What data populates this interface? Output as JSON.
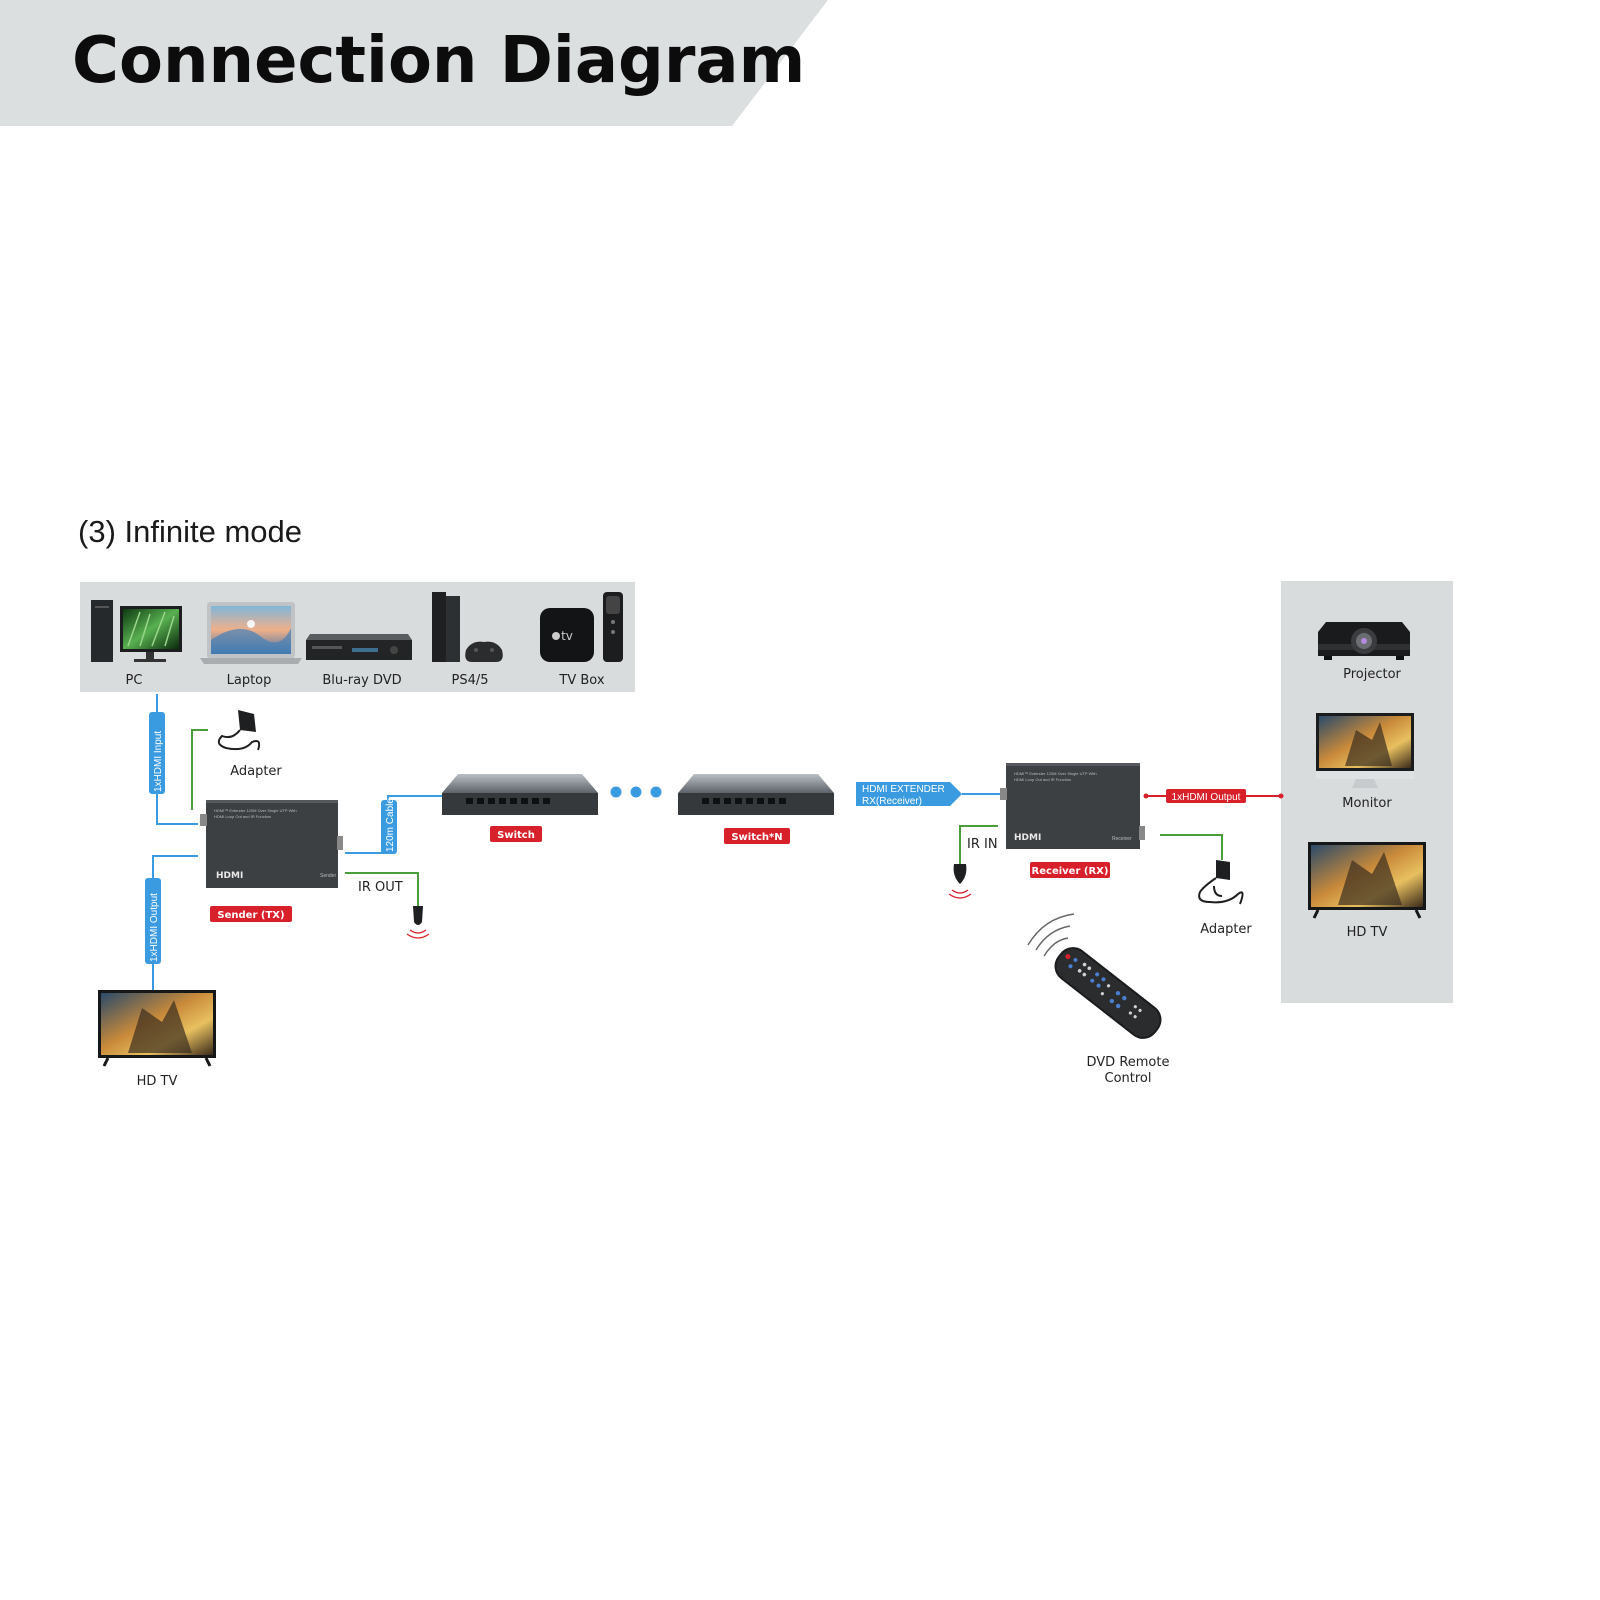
{
  "header": {
    "title": "Connection Diagram"
  },
  "mode_title": "(3) Infinite mode",
  "sources": [
    {
      "label": "PC"
    },
    {
      "label": "Laptop"
    },
    {
      "label": "Blu-ray DVD"
    },
    {
      "label": "PS4/5"
    },
    {
      "label": "TV Box"
    }
  ],
  "outputs": [
    {
      "label": "Projector"
    },
    {
      "label": "Monitor"
    },
    {
      "label": "HD TV"
    }
  ],
  "cables": {
    "hdmi_input": "1xHDMI Input",
    "hdmi_output_left": "1xHDMI Output",
    "cable_120m": "120m Cable",
    "hdmi_output_right": "1xHDMI Output",
    "extender_rx_line1": "HDMI EXTENDER",
    "extender_rx_line2": "RX(Receiver)"
  },
  "devices": {
    "sender_tag": "Sender (TX)",
    "receiver_tag": "Receiver (RX)",
    "switch_tag": "Switch",
    "switch_n_tag": "Switch*N",
    "hdmi_logo": "HDMI",
    "sender_small": "Sender",
    "receiver_small": "Receiver",
    "box_print_1": "HDMI™ Extender 120M Over Single UTP With",
    "box_print_2": "HDMI Loop Out and IR Function"
  },
  "labels": {
    "adapter_left": "Adapter",
    "adapter_right": "Adapter",
    "ir_out": "IR OUT",
    "ir_in": "IR IN",
    "hd_tv_left": "HD TV",
    "remote_line1": "DVD Remote",
    "remote_line2": "Control"
  },
  "colors": {
    "header_bg": "#dcdfe0",
    "panel_bg": "#d9dcdd",
    "hdmi_blue": "#3b9be0",
    "power_green": "#4a9e3a",
    "tag_red": "#d8202a",
    "device_dark": "#3c4043"
  }
}
